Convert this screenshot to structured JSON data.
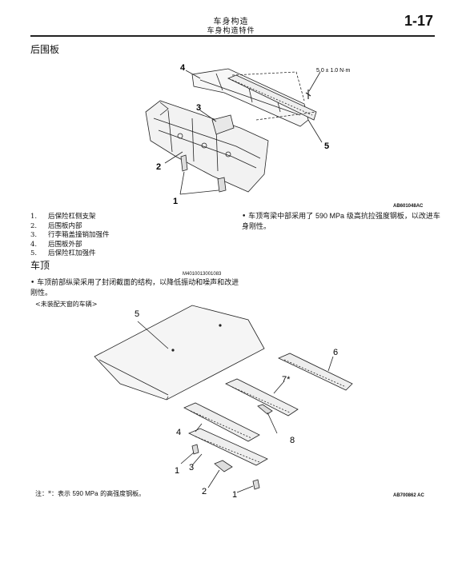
{
  "header": {
    "title": "车身构造",
    "subtitle": "车身构造特件",
    "page_number": "1-17"
  },
  "section1": {
    "heading": "后围板",
    "figure": {
      "torque": "5.0 ± 1.0 N·m",
      "callouts": [
        "4",
        "3",
        "5",
        "2",
        "1"
      ],
      "code": "AB601048AC"
    },
    "parts": [
      {
        "num": "1.",
        "label": "后保险杠侧支架"
      },
      {
        "num": "2.",
        "label": "后围板内部"
      },
      {
        "num": "3.",
        "label": "行李箱盖撞销加强件"
      },
      {
        "num": "4.",
        "label": "后围板外部"
      },
      {
        "num": "5.",
        "label": "后保险杠加强件"
      }
    ],
    "note_prefix": "• 车顶弯梁中部采用了 ",
    "note_strength": "590 MPa",
    "note_rest": " 级高抗拉强度钢板，以改进车身刚性。"
  },
  "section2": {
    "heading": "车顶",
    "ref_code": "M4010013001083",
    "bullet": "• 车顶前部纵梁采用了封闭截面的结构，以降低振动和噪声和改进刚性。",
    "note": "<未装配天窗的车辆>",
    "figure": {
      "callouts": [
        "5",
        "6",
        "7*",
        "4",
        "8",
        "1",
        "3",
        "2",
        "1"
      ],
      "code": "AB700862 AC"
    },
    "footnote_prefix": "注：*：表示 ",
    "footnote_strength": "590 MPa",
    "footnote_rest": " 的高强度钢板。"
  }
}
